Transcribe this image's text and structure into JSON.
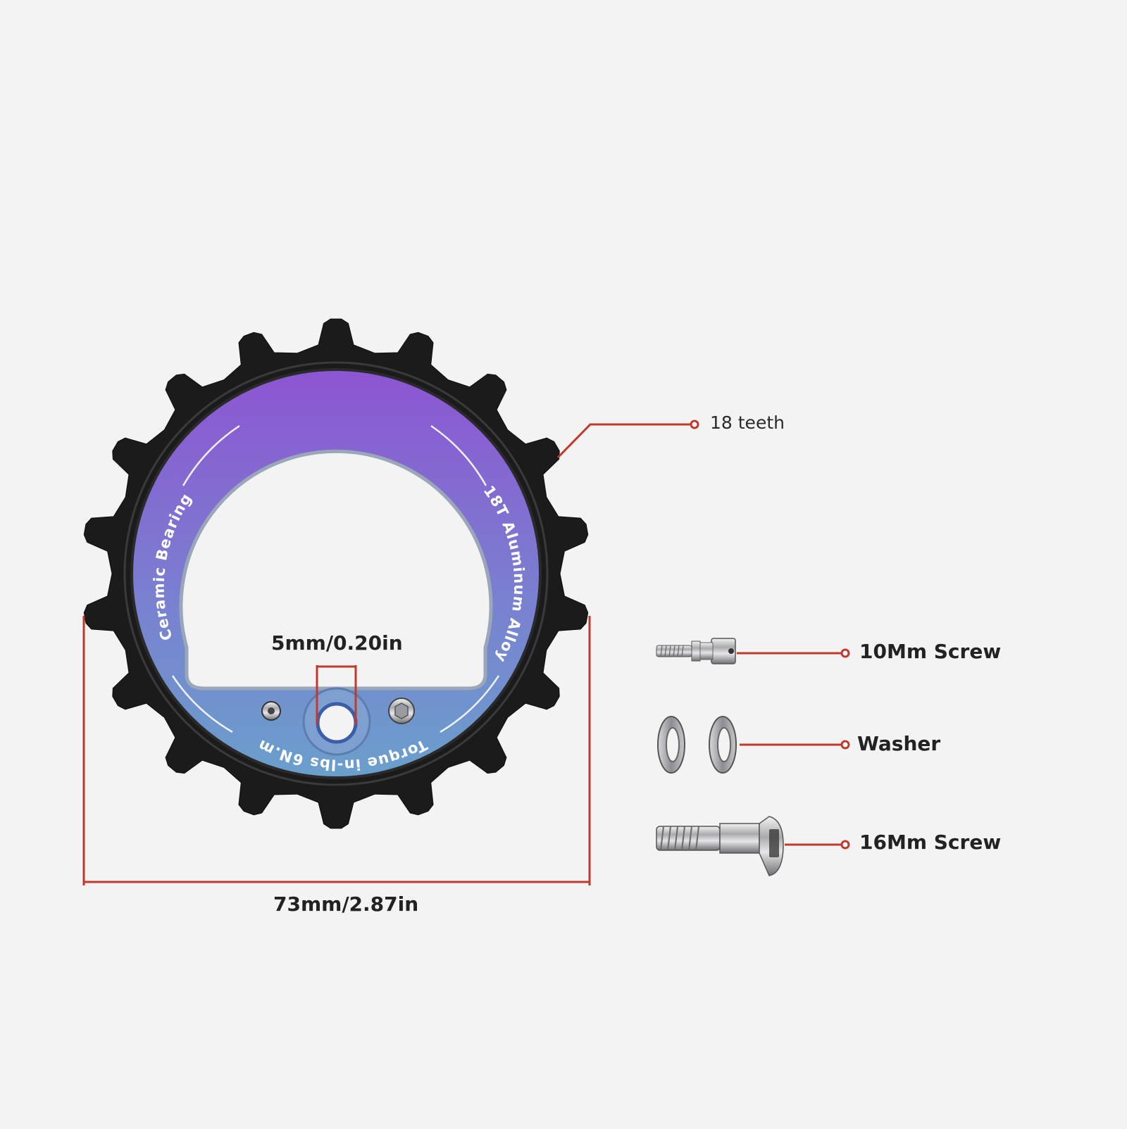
{
  "gear": {
    "ring_text_left": "Ceramic Bearing",
    "ring_text_right": "18T Aluminum Alloy",
    "ring_text_bottom": "Torque in-lbs 6N.m"
  },
  "callouts": {
    "teeth": "18 teeth",
    "screw_10": "10Mm Screw",
    "washer": "Washer",
    "screw_16": "16Mm Screw"
  },
  "dimensions": {
    "bore": "5mm/0.20in",
    "outer_diameter": "73mm/2.87in"
  },
  "colors": {
    "background": "#f3f3f3",
    "gear_body": "#1b1b1b",
    "ring_top": "#8a5ad0",
    "ring_bottom": "#6b98cc",
    "leader": "#c0392b"
  }
}
